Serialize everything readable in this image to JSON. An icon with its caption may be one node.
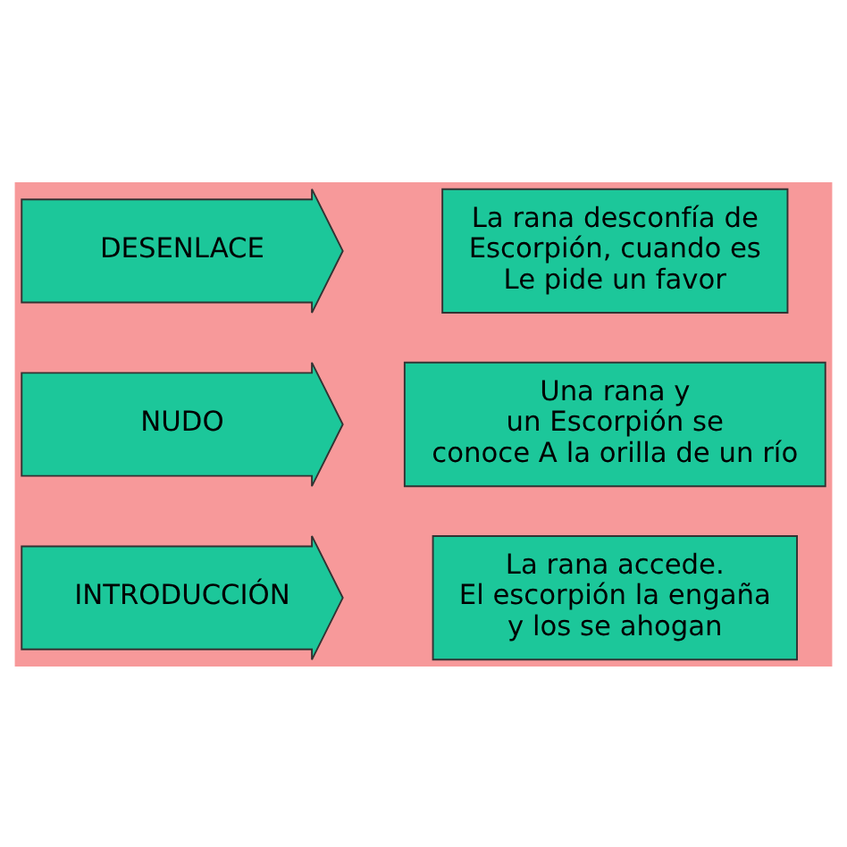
{
  "diagram": {
    "nodes": [
      {
        "text": [
          "INTRODUCCIÓN"
        ]
      },
      {
        "text": [
          "La rana accede. El escorpión la engaña y los se ahogan"
        ]
      },
      {
        "text": [
          "NUDO"
        ]
      },
      {
        "text": [
          "Una rana y un Escorpión se conoce A la orilla de un río"
        ]
      },
      {
        "text": [
          "DESENLACE"
        ]
      },
      {
        "text": [
          "La rana desconfía de Escorpión, cuando es Le pide un favor"
        ]
      }
    ]
  }
}
